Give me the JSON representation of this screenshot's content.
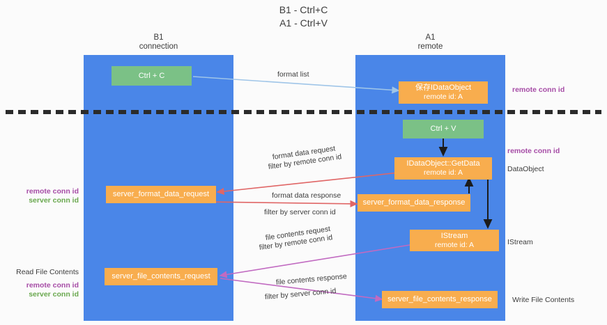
{
  "title": {
    "line1": "B1 - Ctrl+C",
    "line2": "A1 - Ctrl+V"
  },
  "lanes": [
    {
      "name": "B1",
      "role": "connection",
      "header": "B1\nconnection",
      "color": "#4a86e8"
    },
    {
      "name": "A1",
      "role": "remote",
      "header": "A1\nremote",
      "color": "#4a86e8"
    }
  ],
  "nodes": {
    "ctrl_c": {
      "line1": "Ctrl + C",
      "line2": "",
      "color": "#7bc186"
    },
    "get_idataobject": {
      "line1": "保存IDataObject",
      "line2": "remote id: A",
      "color": "#f8ad4e"
    },
    "ctrl_v": {
      "line1": "Ctrl + V",
      "line2": "",
      "color": "#7bc186"
    },
    "idataobject_getdata": {
      "line1": "IDataObject::GetData",
      "line2": "remote id: A",
      "color": "#f8ad4e"
    },
    "server_format_data_request": {
      "line1": "server_format_data_request",
      "line2": "",
      "color": "#f8ad4e"
    },
    "server_format_data_response": {
      "line1": "server_format_data_response",
      "line2": "",
      "color": "#f8ad4e"
    },
    "istream": {
      "line1": "IStream",
      "line2": "remote id: A",
      "color": "#f8ad4e"
    },
    "server_file_contents_request": {
      "line1": "server_file_contents_request",
      "line2": "",
      "color": "#f8ad4e"
    },
    "server_file_contents_response": {
      "line1": "server_file_contents_response",
      "line2": "",
      "color": "#f8ad4e"
    }
  },
  "edge_labels": {
    "format_list": {
      "text": "format list"
    },
    "format_data_request": {
      "text": "format data request"
    },
    "format_data_request_filter": {
      "prefix": "filter by ",
      "key": "remote conn id"
    },
    "format_data_response": {
      "text": "format data response"
    },
    "format_data_response_filter": {
      "prefix": "filter by ",
      "key": "server conn id"
    },
    "file_contents_request": {
      "text": "file contents request"
    },
    "file_contents_request_filter": {
      "prefix": "filter by ",
      "key": "remote conn id"
    },
    "file_contents_response": {
      "text": "file contents response"
    },
    "file_contents_response_filter": {
      "prefix": "filter by ",
      "key": "server conn id"
    }
  },
  "annotations": {
    "right_remote_conn_id_top": "remote conn id",
    "right_remote_conn_id_mid": "remote conn id",
    "right_dataobject": "DataObject",
    "right_istream": "IStream",
    "right_write_file_contents": "Write File Contents",
    "left_remote_conn_id_mid": "remote conn id",
    "left_server_conn_id_mid": "server conn id",
    "left_read_file_contents": "Read File Contents",
    "left_remote_conn_id_bottom": "remote conn id",
    "left_server_conn_id_bottom": "server conn id"
  },
  "colors": {
    "lane": "#4a86e8",
    "green_node": "#7bc186",
    "orange_node": "#f8ad4e",
    "purple": "#a64ca6",
    "green_text": "#6aa84f",
    "red_arrow": "#e06666",
    "magenta_arrow": "#c16ac1",
    "blue_arrow": "#9fc5e8",
    "divider": "#2b2b2b"
  }
}
